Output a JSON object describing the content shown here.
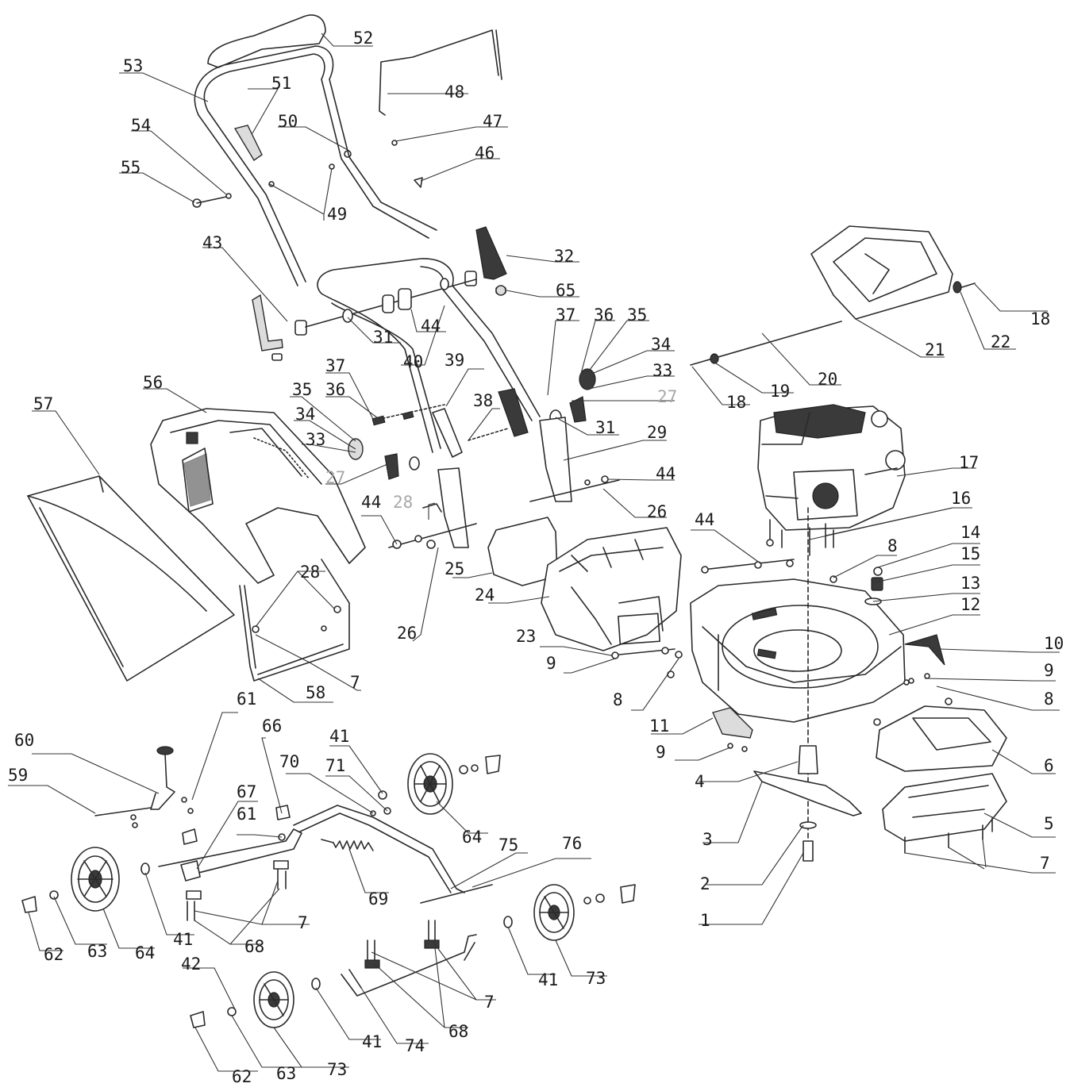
{
  "diagram": {
    "ink_color": "#1a1a1a",
    "muted_color": "#a8a8a8",
    "callouts": [
      {
        "id": "52",
        "label": "52",
        "muted": false
      },
      {
        "id": "53",
        "label": "53",
        "muted": false
      },
      {
        "id": "48",
        "label": "48",
        "muted": false
      },
      {
        "id": "51",
        "label": "51",
        "muted": false
      },
      {
        "id": "54",
        "label": "54",
        "muted": false
      },
      {
        "id": "50",
        "label": "50",
        "muted": false
      },
      {
        "id": "47",
        "label": "47",
        "muted": false
      },
      {
        "id": "46",
        "label": "46",
        "muted": false
      },
      {
        "id": "55",
        "label": "55",
        "muted": false
      },
      {
        "id": "49",
        "label": "49",
        "muted": false
      },
      {
        "id": "43",
        "label": "43",
        "muted": false
      },
      {
        "id": "32",
        "label": "32",
        "muted": false
      },
      {
        "id": "65",
        "label": "65",
        "muted": false
      },
      {
        "id": "31a",
        "label": "31",
        "muted": false
      },
      {
        "id": "44a",
        "label": "44",
        "muted": false
      },
      {
        "id": "37a",
        "label": "37",
        "muted": false
      },
      {
        "id": "36a",
        "label": "36",
        "muted": false
      },
      {
        "id": "35a",
        "label": "35",
        "muted": false
      },
      {
        "id": "18a",
        "label": "18",
        "muted": false
      },
      {
        "id": "21",
        "label": "21",
        "muted": false
      },
      {
        "id": "22",
        "label": "22",
        "muted": false
      },
      {
        "id": "40",
        "label": "40",
        "muted": false
      },
      {
        "id": "34a",
        "label": "34",
        "muted": false
      },
      {
        "id": "33a",
        "label": "33",
        "muted": false
      },
      {
        "id": "20",
        "label": "20",
        "muted": false
      },
      {
        "id": "19",
        "label": "19",
        "muted": false
      },
      {
        "id": "18b",
        "label": "18",
        "muted": false
      },
      {
        "id": "57",
        "label": "57",
        "muted": false
      },
      {
        "id": "56",
        "label": "56",
        "muted": false
      },
      {
        "id": "37b",
        "label": "37",
        "muted": false
      },
      {
        "id": "39",
        "label": "39",
        "muted": false
      },
      {
        "id": "35b",
        "label": "35",
        "muted": false
      },
      {
        "id": "36b",
        "label": "36",
        "muted": false
      },
      {
        "id": "38",
        "label": "38",
        "muted": false
      },
      {
        "id": "27a",
        "label": "27",
        "muted": true
      },
      {
        "id": "31b",
        "label": "31",
        "muted": false
      },
      {
        "id": "34b",
        "label": "34",
        "muted": false
      },
      {
        "id": "33b",
        "label": "33",
        "muted": false
      },
      {
        "id": "29",
        "label": "29",
        "muted": false
      },
      {
        "id": "17",
        "label": "17",
        "muted": false
      },
      {
        "id": "27b",
        "label": "27",
        "muted": true
      },
      {
        "id": "44b",
        "label": "44",
        "muted": false
      },
      {
        "id": "28a",
        "label": "28",
        "muted": true
      },
      {
        "id": "44c",
        "label": "44",
        "muted": false
      },
      {
        "id": "26a",
        "label": "26",
        "muted": false
      },
      {
        "id": "16",
        "label": "16",
        "muted": false
      },
      {
        "id": "14",
        "label": "14",
        "muted": false
      },
      {
        "id": "44d",
        "label": "44",
        "muted": false
      },
      {
        "id": "8a",
        "label": "8",
        "muted": false
      },
      {
        "id": "15",
        "label": "15",
        "muted": false
      },
      {
        "id": "25",
        "label": "25",
        "muted": false
      },
      {
        "id": "13",
        "label": "13",
        "muted": false
      },
      {
        "id": "28b",
        "label": "28",
        "muted": false
      },
      {
        "id": "12",
        "label": "12",
        "muted": false
      },
      {
        "id": "24",
        "label": "24",
        "muted": false
      },
      {
        "id": "26b",
        "label": "26",
        "muted": false
      },
      {
        "id": "23",
        "label": "23",
        "muted": false
      },
      {
        "id": "10",
        "label": "10",
        "muted": false
      },
      {
        "id": "9a",
        "label": "9",
        "muted": false
      },
      {
        "id": "9b",
        "label": "9",
        "muted": false
      },
      {
        "id": "7a",
        "label": "7",
        "muted": false
      },
      {
        "id": "58",
        "label": "58",
        "muted": false
      },
      {
        "id": "8b",
        "label": "8",
        "muted": false
      },
      {
        "id": "8c",
        "label": "8",
        "muted": false
      },
      {
        "id": "61a",
        "label": "61",
        "muted": false
      },
      {
        "id": "66",
        "label": "66",
        "muted": false
      },
      {
        "id": "11",
        "label": "11",
        "muted": false
      },
      {
        "id": "60",
        "label": "60",
        "muted": false
      },
      {
        "id": "41a",
        "label": "41",
        "muted": false
      },
      {
        "id": "9c",
        "label": "9",
        "muted": false
      },
      {
        "id": "70",
        "label": "70",
        "muted": false
      },
      {
        "id": "71",
        "label": "71",
        "muted": false
      },
      {
        "id": "6",
        "label": "6",
        "muted": false
      },
      {
        "id": "59",
        "label": "59",
        "muted": false
      },
      {
        "id": "4",
        "label": "4",
        "muted": false
      },
      {
        "id": "67",
        "label": "67",
        "muted": false
      },
      {
        "id": "61b",
        "label": "61",
        "muted": false
      },
      {
        "id": "64a",
        "label": "64",
        "muted": false
      },
      {
        "id": "5",
        "label": "5",
        "muted": false
      },
      {
        "id": "3",
        "label": "3",
        "muted": false
      },
      {
        "id": "75",
        "label": "75",
        "muted": false
      },
      {
        "id": "76",
        "label": "76",
        "muted": false
      },
      {
        "id": "7b",
        "label": "7",
        "muted": false
      },
      {
        "id": "2",
        "label": "2",
        "muted": false
      },
      {
        "id": "69",
        "label": "69",
        "muted": false
      },
      {
        "id": "1",
        "label": "1",
        "muted": false
      },
      {
        "id": "7c",
        "label": "7",
        "muted": false
      },
      {
        "id": "62a",
        "label": "62",
        "muted": false
      },
      {
        "id": "63a",
        "label": "63",
        "muted": false
      },
      {
        "id": "64b",
        "label": "64",
        "muted": false
      },
      {
        "id": "41b",
        "label": "41",
        "muted": false
      },
      {
        "id": "68a",
        "label": "68",
        "muted": false
      },
      {
        "id": "41c",
        "label": "41",
        "muted": false
      },
      {
        "id": "73a",
        "label": "73",
        "muted": false
      },
      {
        "id": "42",
        "label": "42",
        "muted": false
      },
      {
        "id": "7d",
        "label": "7",
        "muted": false
      },
      {
        "id": "41d",
        "label": "41",
        "muted": false
      },
      {
        "id": "74",
        "label": "74",
        "muted": false
      },
      {
        "id": "68b",
        "label": "68",
        "muted": false
      },
      {
        "id": "62b",
        "label": "62",
        "muted": false
      },
      {
        "id": "63b",
        "label": "63",
        "muted": false
      },
      {
        "id": "73b",
        "label": "73",
        "muted": false
      }
    ]
  }
}
